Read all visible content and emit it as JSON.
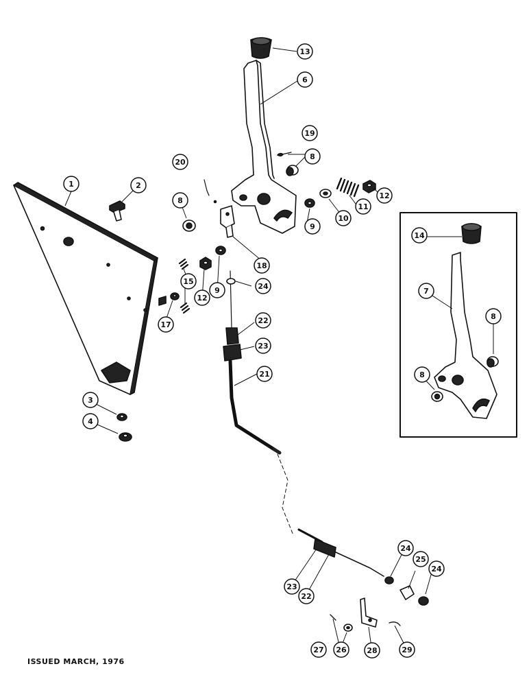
{
  "callouts": {
    "c1": "1",
    "c2": "2",
    "c3": "3",
    "c4": "4",
    "c6": "6",
    "c7": "7",
    "c8a": "8",
    "c8b": "8",
    "c8c": "8",
    "c8d": "8",
    "c9a": "9",
    "c9b": "9",
    "c10": "10",
    "c11": "11",
    "c12a": "12",
    "c12b": "12",
    "c13": "13",
    "c14": "14",
    "c15": "15",
    "c17": "17",
    "c18": "18",
    "c19": "19",
    "c20": "20",
    "c21": "21",
    "c22a": "22",
    "c22b": "22",
    "c23a": "23",
    "c23b": "23",
    "c24a": "24",
    "c24b": "24",
    "c24c": "24",
    "c25": "25",
    "c26": "26",
    "c27": "27",
    "c28": "28",
    "c29": "29"
  },
  "footer": {
    "issued": "ISSUED MARCH, 1976"
  }
}
